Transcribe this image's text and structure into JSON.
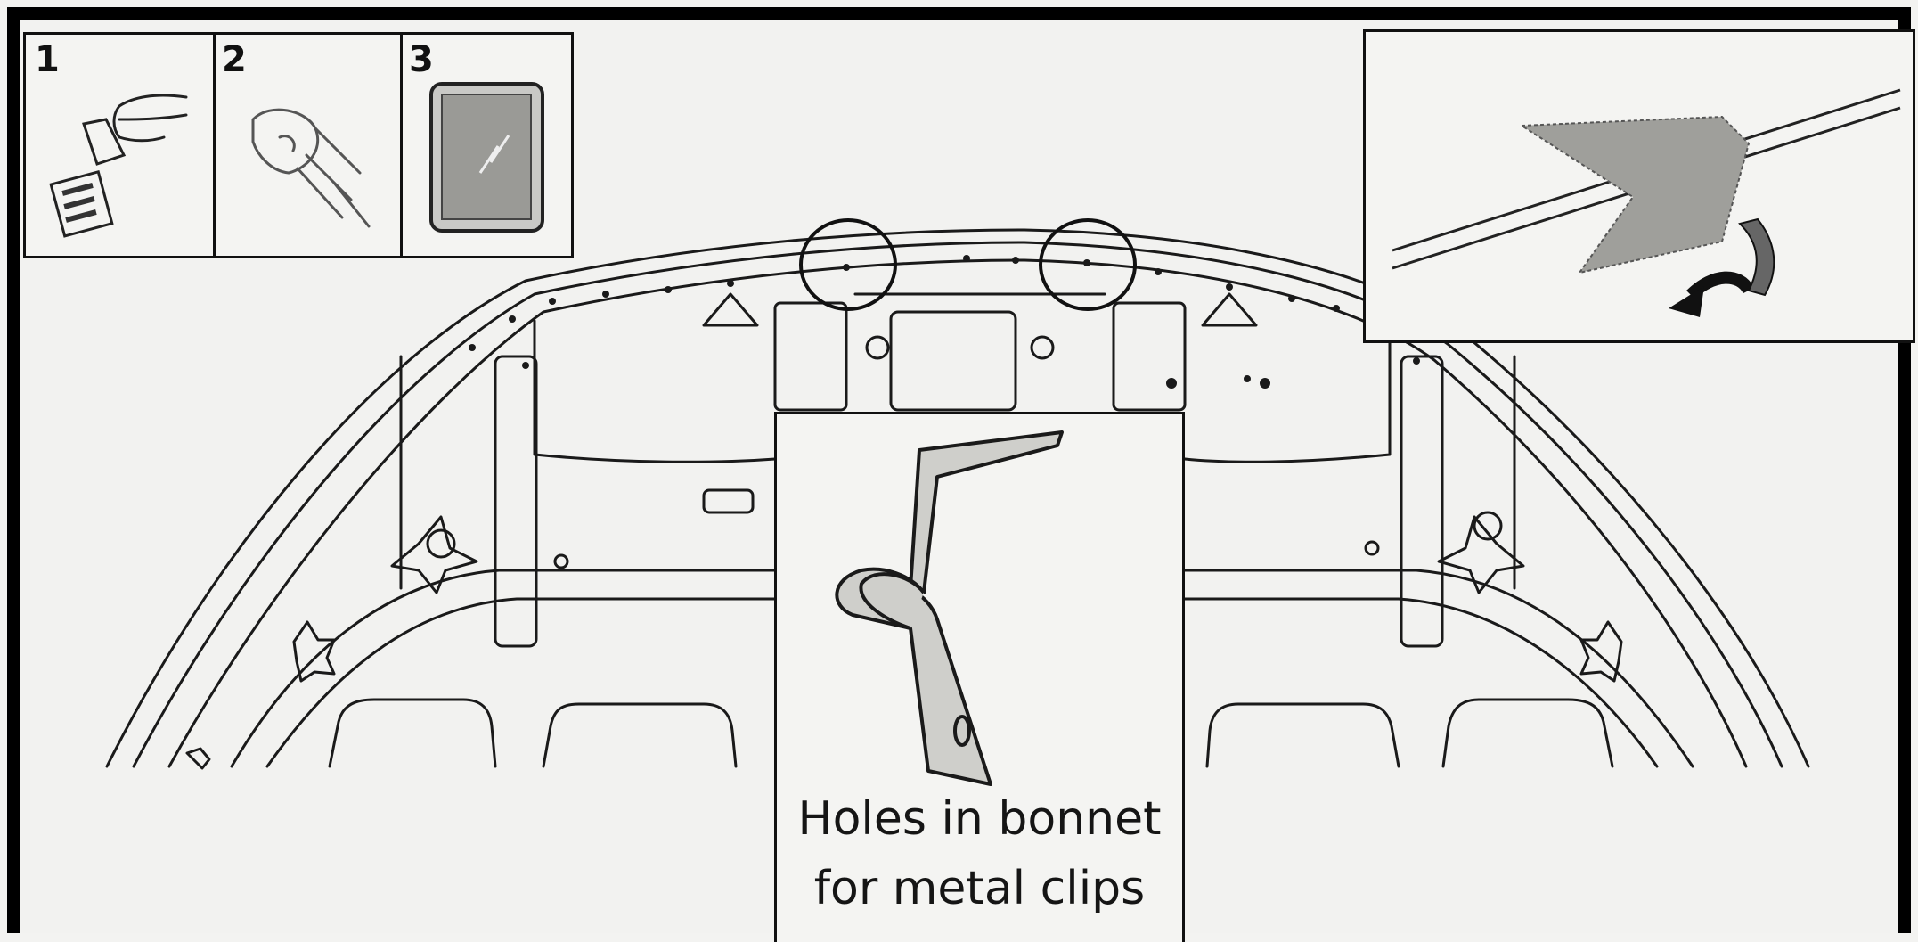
{
  "steps": [
    {
      "number": "1",
      "icon": "tape-peel-icon"
    },
    {
      "number": "2",
      "icon": "hand-wipe-icon"
    },
    {
      "number": "3",
      "icon": "clean-panel-icon"
    }
  ],
  "caption": {
    "line1": "Holes in bonnet",
    "line2": "for metal clips"
  },
  "highlights": [
    "left-clip-hole",
    "right-clip-hole"
  ],
  "colors": {
    "ink": "#151515",
    "paper": "#f2f2f0",
    "frame": "#000000"
  }
}
